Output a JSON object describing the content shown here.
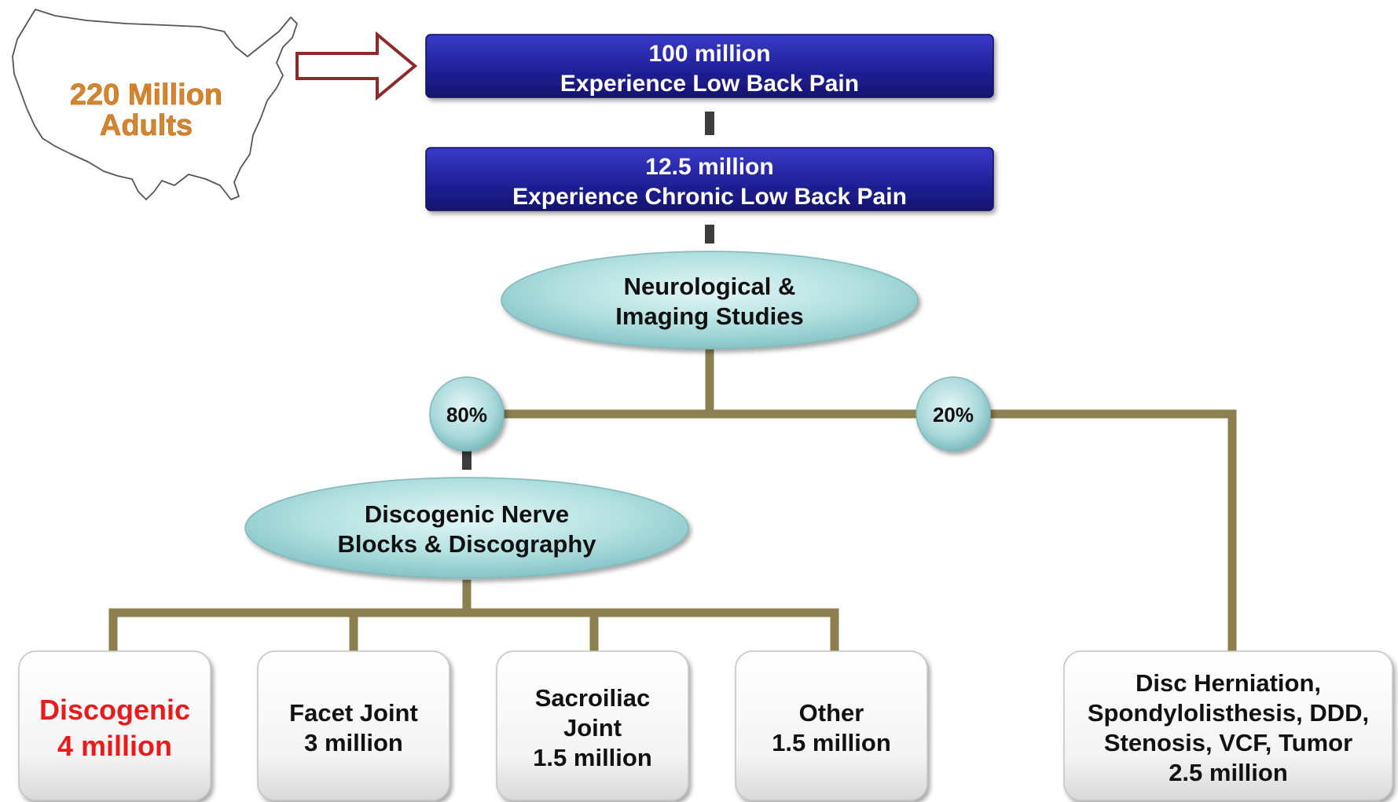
{
  "map": {
    "line1": "220 Million",
    "line2": "Adults"
  },
  "boxes": {
    "low_back_pain": {
      "line1": "100 million",
      "line2": "Experience Low Back Pain"
    },
    "chronic": {
      "line1": "12.5 million",
      "line2": "Experience Chronic Low Back Pain"
    }
  },
  "ellipses": {
    "neuro": {
      "line1": "Neurological &",
      "line2": "Imaging Studies"
    },
    "disco": {
      "line1": "Discogenic Nerve",
      "line2": "Blocks & Discography"
    }
  },
  "percents": {
    "left": "80%",
    "right": "20%"
  },
  "outcomes": {
    "discogenic": {
      "line1": "Discogenic",
      "line2": "4 million"
    },
    "facet": {
      "line1": "Facet Joint",
      "line2": "3 million"
    },
    "sacroiliac": {
      "line1": "Sacroiliac",
      "line2": "Joint",
      "line3": "1.5 million"
    },
    "other": {
      "line1": "Other",
      "line2": "1.5 million"
    },
    "disc_herniation": {
      "line1": "Disc Herniation,",
      "line2": "Spondylolisthesis, DDD,",
      "line3": "Stenosis, VCF, Tumor",
      "line4": "2.5 million"
    }
  },
  "colors": {
    "navy_box": "#1f1f9e",
    "ellipse": "#a8dcdc",
    "connector": "#8c8050",
    "highlight_text": "#e81c1c",
    "map_text": "#d4862e",
    "arrow": "#8c2a2a"
  }
}
